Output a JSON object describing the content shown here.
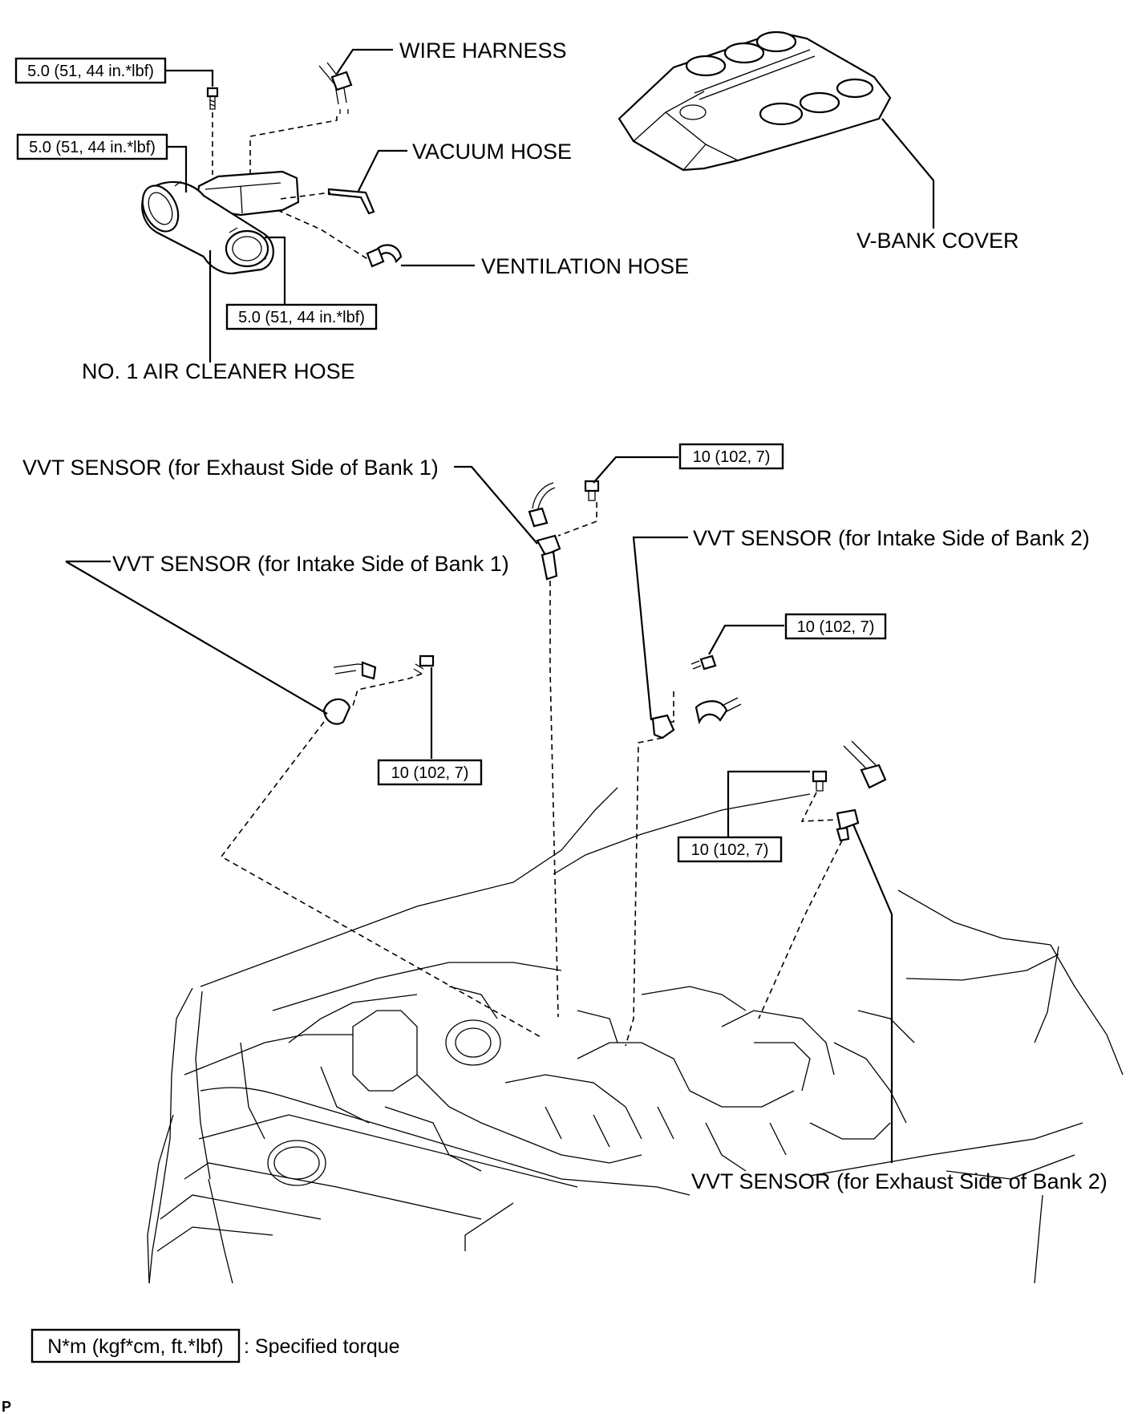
{
  "labels": {
    "wire_harness": "WIRE HARNESS",
    "vacuum_hose": "VACUUM HOSE",
    "ventilation_hose": "VENTILATION HOSE",
    "air_cleaner_hose": "NO. 1 AIR CLEANER HOSE",
    "vbank_cover": "V-BANK COVER",
    "vvt_exhaust_bank1": "VVT SENSOR (for Exhaust Side of Bank 1)",
    "vvt_intake_bank1": "VVT SENSOR (for Intake Side of Bank 1)",
    "vvt_intake_bank2": "VVT SENSOR (for Intake Side of Bank 2)",
    "vvt_exhaust_bank2": "VVT SENSOR (for Exhaust Side of Bank 2)"
  },
  "torque": {
    "air_hose_bolt": "5.0 (51, 44 in.*lbf)",
    "air_hose_clamp_left": "5.0 (51, 44 in.*lbf)",
    "air_hose_clamp_right": "5.0 (51, 44 in.*lbf)",
    "vvt_exhaust_bank1_bolt": "10 (102, 7)",
    "vvt_intake_bank2_bolt": "10 (102, 7)",
    "vvt_intake_bank1_bolt": "10 (102, 7)",
    "vvt_exhaust_bank2_bolt": "10 (102, 7)"
  },
  "legend": {
    "unit_box": "N*m (kgf*cm, ft.*lbf)",
    "description": ": Specified torque"
  },
  "footer_mark": "P"
}
